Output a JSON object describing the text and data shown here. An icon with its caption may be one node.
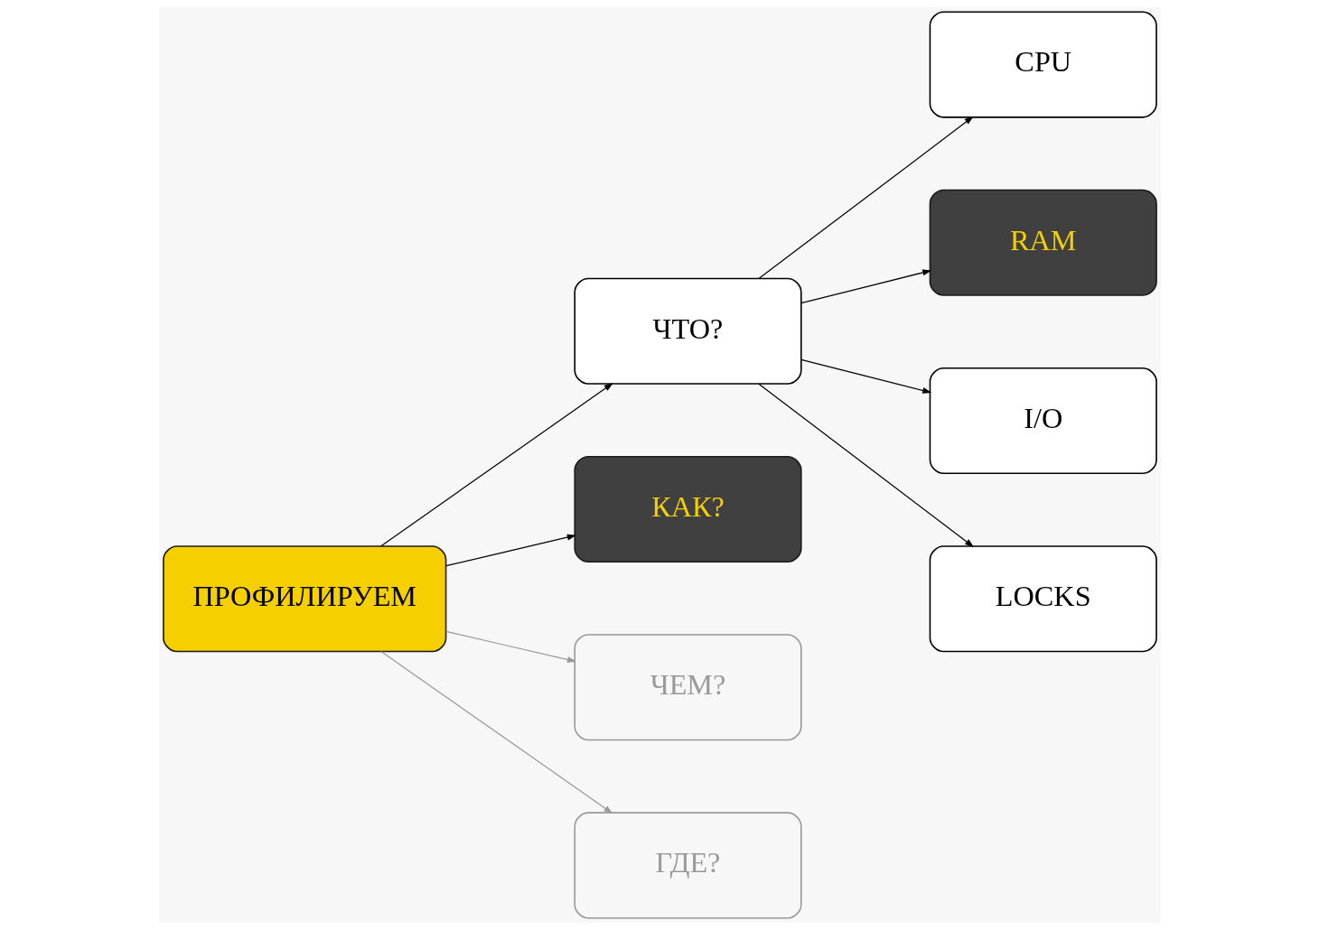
{
  "diagram": {
    "nodes": [
      {
        "text": [
          "ПРОФИЛИРУЕМ"
        ]
      },
      {
        "text": [
          "ЧТО?"
        ]
      },
      {
        "text": [
          "КАК?"
        ]
      },
      {
        "text": [
          "ЧЕМ?"
        ]
      },
      {
        "text": [
          "ГДЕ?"
        ]
      },
      {
        "text": [
          "CPU"
        ]
      },
      {
        "text": [
          "RAM"
        ]
      },
      {
        "text": [
          "I/O"
        ]
      },
      {
        "text": [
          "LOCKS"
        ]
      }
    ],
    "edges": [
      {
        "from": 0,
        "to": 1,
        "arrow": "to"
      },
      {
        "from": 0,
        "to": 2,
        "arrow": "to"
      },
      {
        "from": 0,
        "to": 3,
        "arrow": "to",
        "color": "#999999"
      },
      {
        "from": 0,
        "to": 4,
        "arrow": "to",
        "color": "#999999"
      },
      {
        "from": 1,
        "to": 5,
        "arrow": "to"
      },
      {
        "from": 1,
        "to": 6,
        "arrow": "to"
      },
      {
        "from": 1,
        "to": 7,
        "arrow": "to"
      },
      {
        "from": 1,
        "to": 8,
        "arrow": "to"
      }
    ]
  }
}
